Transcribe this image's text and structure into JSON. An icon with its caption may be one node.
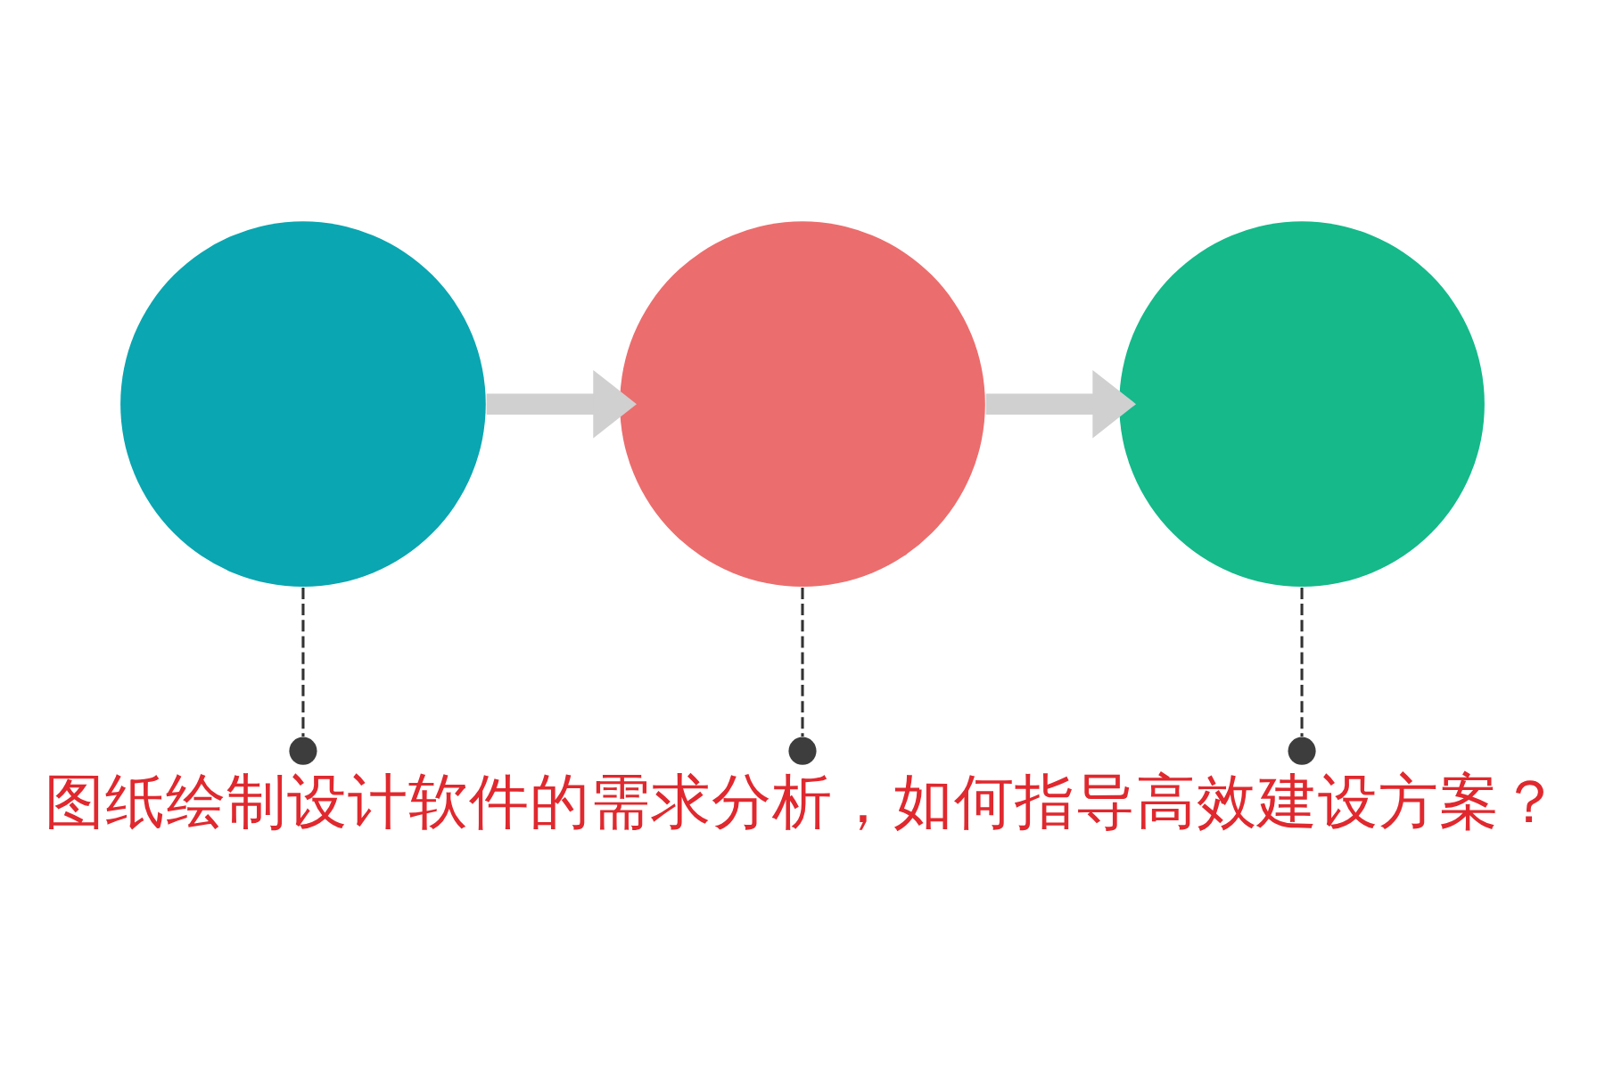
{
  "diagram": {
    "title": "图纸绘制设计软件的需求分析，如何指导高效建设方案？",
    "nodes": [
      {
        "text": [],
        "shape": "circle"
      },
      {
        "text": [],
        "shape": "circle"
      },
      {
        "text": [],
        "shape": "circle"
      },
      {
        "text": [],
        "shape": "circle"
      },
      {
        "text": [],
        "shape": "circle"
      },
      {
        "text": [],
        "shape": "circle"
      }
    ],
    "edges": [
      {
        "from": 0,
        "to": 1,
        "arrow": "to",
        "style": "thick",
        "color": "#d0d0d0"
      },
      {
        "from": 1,
        "to": 2,
        "arrow": "to",
        "style": "thick",
        "color": "#d0d0d0"
      },
      {
        "from": 0,
        "to": 3,
        "arrow": "none",
        "style": "dashed"
      },
      {
        "from": 1,
        "to": 4,
        "arrow": "none",
        "style": "dashed"
      },
      {
        "from": 2,
        "to": 5,
        "arrow": "none",
        "style": "dashed"
      }
    ]
  }
}
